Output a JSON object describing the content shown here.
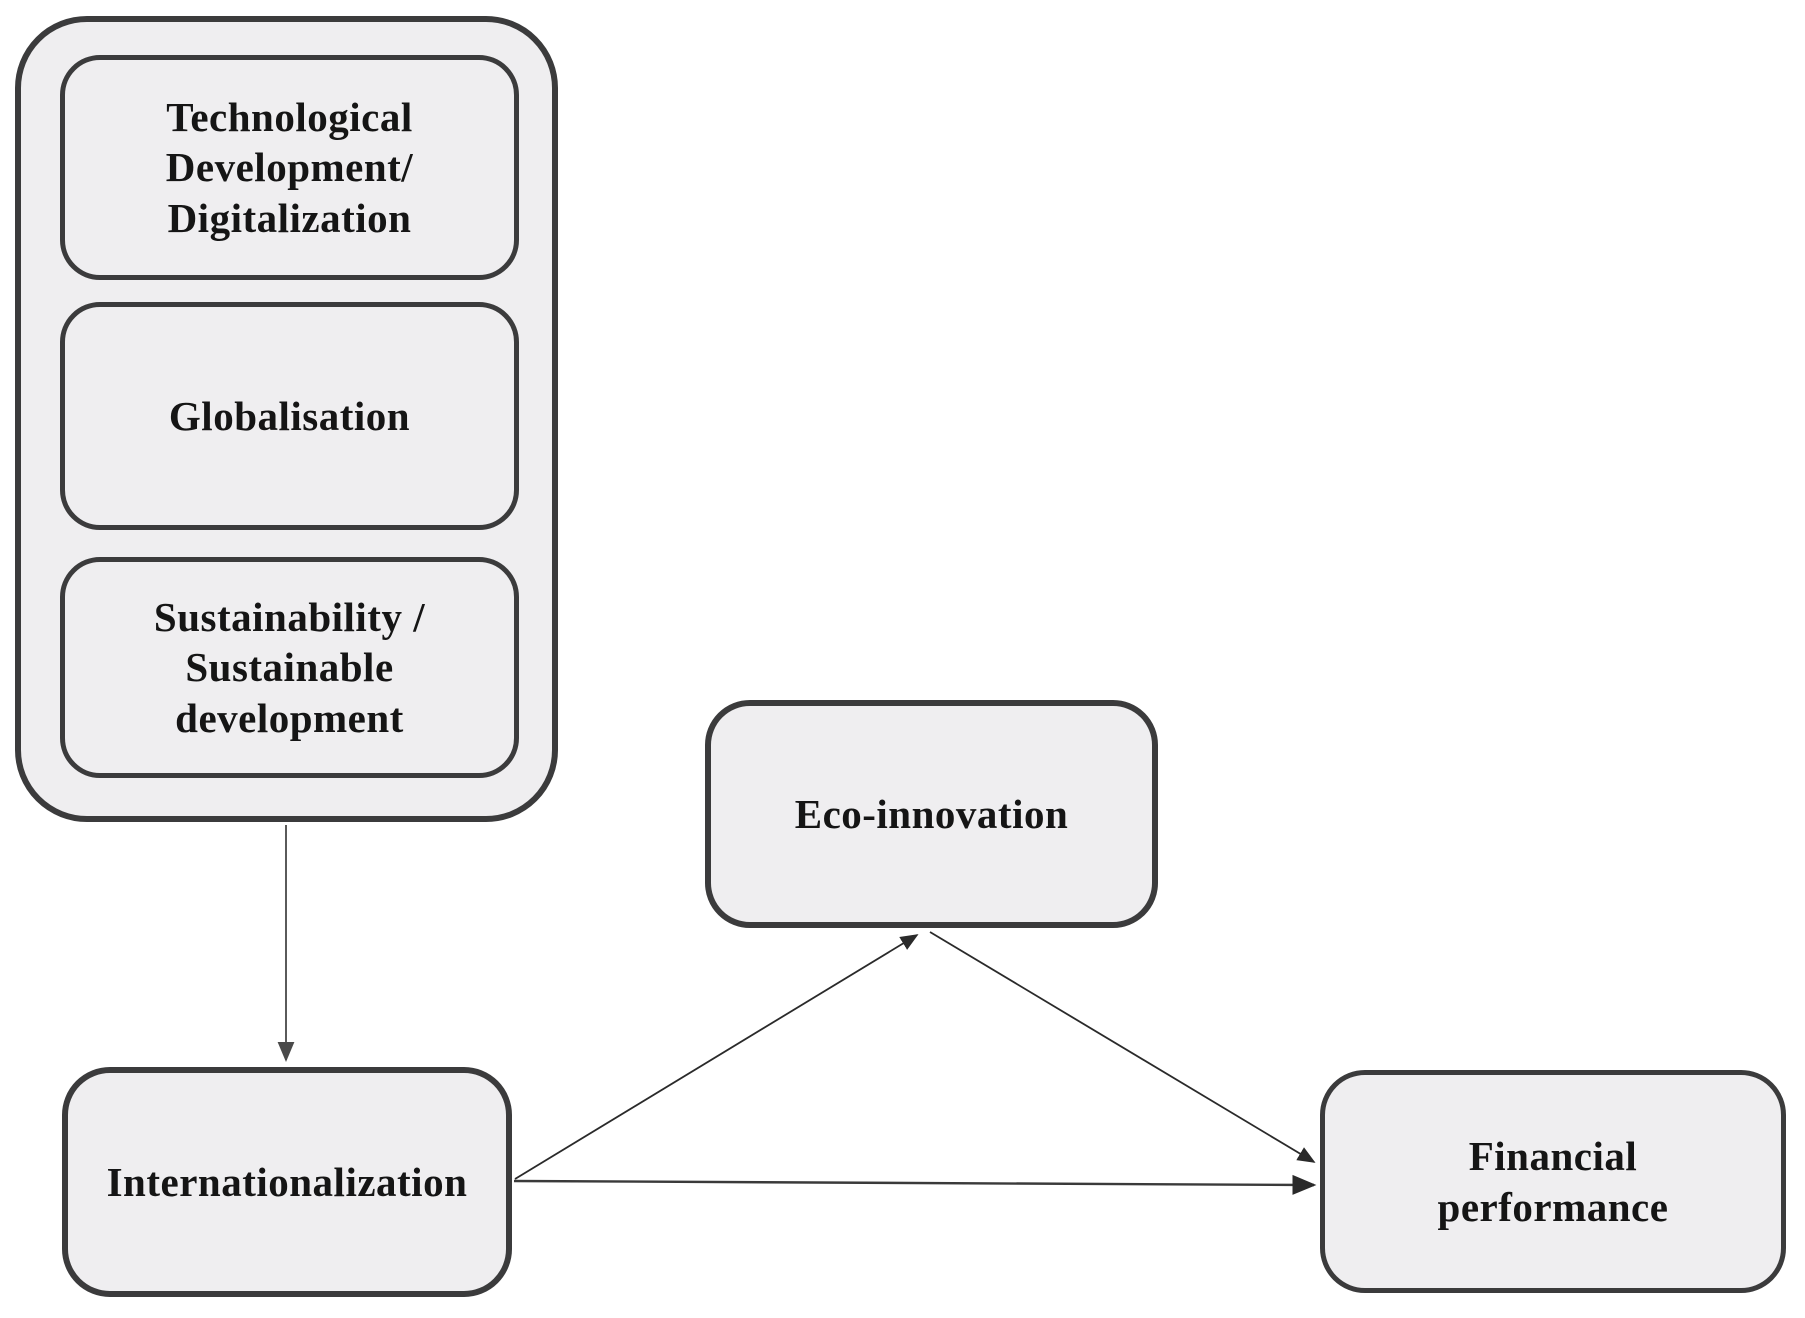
{
  "figure": {
    "type": "conceptual-model-diagram",
    "colors": {
      "background": "#ffffff",
      "box_fill": "#efeef0",
      "box_border": "#3b3b3c",
      "text": "#151515",
      "arrow": "#2a2a2a",
      "arrow_light": "#5a5a5a"
    },
    "drivers_group": {
      "items": [
        {
          "id": "technological-development",
          "label": "Technological\nDevelopment/\nDigitalization"
        },
        {
          "id": "globalisation",
          "label": "Globalisation"
        },
        {
          "id": "sustainability",
          "label": "Sustainability /\nSustainable\ndevelopment"
        }
      ]
    },
    "nodes": [
      {
        "id": "internationalization",
        "label": "Internationalization"
      },
      {
        "id": "eco-innovation",
        "label": "Eco-innovation"
      },
      {
        "id": "financial-performance",
        "label": "Financial\nperformance"
      }
    ],
    "edges": [
      {
        "from": "drivers-group",
        "to": "internationalization",
        "style": "arrow"
      },
      {
        "from": "internationalization",
        "to": "eco-innovation",
        "style": "arrow"
      },
      {
        "from": "eco-innovation",
        "to": "financial-performance",
        "style": "arrow"
      },
      {
        "from": "internationalization",
        "to": "financial-performance",
        "style": "arrow"
      }
    ]
  }
}
